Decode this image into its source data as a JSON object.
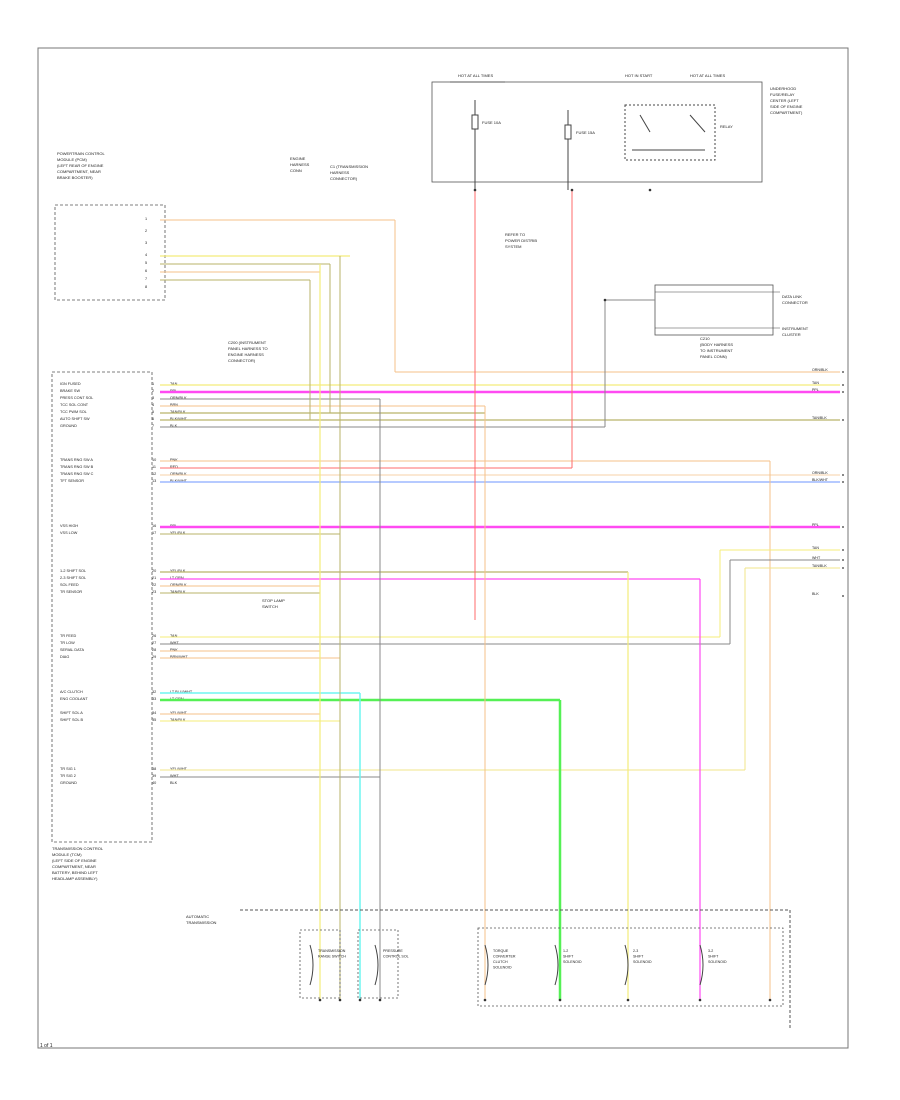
{
  "page_label": "1 of 1",
  "pcm": {
    "title_lines": [
      "POWERTRAIN CONTROL",
      "MODULE (PCM)",
      "(LEFT REAR OF ENGINE",
      "COMPARTMENT, NEAR",
      "BRAKE BOOSTER)"
    ]
  },
  "tcm": {
    "title_lines": [
      "TRANSMISSION CONTROL",
      "MODULE (TCM)",
      "(LEFT SIDE OF ENGINE",
      "COMPARTMENT, NEAR",
      "BATTERY, BEHIND LEFT",
      "HEADLAMP ASSEMBLY)"
    ],
    "pins": [
      {
        "name": "IGN FUSED",
        "num": "1",
        "color": "TAN"
      },
      {
        "name": "BRAKE SW",
        "num": "2",
        "color": "PPL"
      },
      {
        "name": "PRESS CONT SOL",
        "num": "3",
        "color": "ORN/BLK"
      },
      {
        "name": "TCC SOL CONT",
        "num": "4",
        "color": "BRN"
      },
      {
        "name": "TCC PWM SOL",
        "num": "5",
        "color": "TAN/BLK"
      },
      {
        "name": "AUTO SHIFT SW",
        "num": "6",
        "color": "BLK/WHT"
      },
      {
        "name": "GROUND",
        "num": "7",
        "color": "BLK"
      },
      {
        "name": "TRANS RNG SW A",
        "num": "10",
        "color": "PNK"
      },
      {
        "name": "TRANS RNG SW B",
        "num": "11",
        "color": "RED"
      },
      {
        "name": "TRANS RNG SW C",
        "num": "12",
        "color": "ORN/BLK"
      },
      {
        "name": "TFT SENSOR",
        "num": "13",
        "color": "BLK/WHT"
      },
      {
        "name": "VSS HIGH",
        "num": "16",
        "color": "PPL"
      },
      {
        "name": "VSS LOW",
        "num": "17",
        "color": "YEL/BLK"
      },
      {
        "name": "1-2 SHIFT SOL",
        "num": "20",
        "color": "YEL/BLK"
      },
      {
        "name": "2-3 SHIFT SOL",
        "num": "21",
        "color": "LT GRN"
      },
      {
        "name": "SOL FEED",
        "num": "22",
        "color": "ORN/BLK"
      },
      {
        "name": "TR SENSOR",
        "num": "23",
        "color": "TAN/BLK"
      },
      {
        "name": "TR FEED",
        "num": "26",
        "color": "TAN"
      },
      {
        "name": "TR LOW",
        "num": "27",
        "color": "WHT"
      },
      {
        "name": "SERIAL DATA",
        "num": "28",
        "color": "PNK"
      },
      {
        "name": "DIAG",
        "num": "29",
        "color": "BRN/WHT"
      },
      {
        "name": "A/C CLUTCH",
        "num": "32",
        "color": "LT BLU/WHT"
      },
      {
        "name": "ENG COOLANT",
        "num": "33",
        "color": "LT GRN"
      },
      {
        "name": "SHIFT SOL A",
        "num": "34",
        "color": "YEL/WHT"
      },
      {
        "name": "SHIFT SOL B",
        "num": "35",
        "color": "TAN/BLK"
      },
      {
        "name": "TR SIG 1",
        "num": "38",
        "color": "YEL/WHT"
      },
      {
        "name": "TR SIG 2",
        "num": "39",
        "color": "WHT"
      },
      {
        "name": "GROUND",
        "num": "40",
        "color": "BLK"
      }
    ]
  },
  "fuse_block": {
    "title_lines": [
      "UNDERHOOD",
      "FUSE/RELAY",
      "CENTER (LEFT",
      "SIDE OF ENGINE",
      "COMPARTMENT)"
    ],
    "labels": [
      "HOT AT ALL TIMES",
      "HOT IN START",
      "HOT AT ALL TIMES"
    ],
    "fuse_labels": [
      "FUSE 10A",
      "FUSE 15A",
      "RELAY"
    ]
  },
  "transmission": {
    "title_lines": [
      "AUTOMATIC",
      "TRANSMISSION"
    ],
    "components": [
      [
        "TRANSMISSION",
        "RANGE SWITCH"
      ],
      [
        "PRESSURE",
        "CONTROL SOL"
      ],
      [
        "TORQUE",
        "CONVERTER",
        "CLUTCH",
        "SOLENOID"
      ],
      [
        "1-2",
        "SHIFT",
        "SOLENOID"
      ],
      [
        "2-3",
        "SHIFT",
        "SOLENOID"
      ],
      [
        "3-2",
        "SHIFT",
        "SOLENOID"
      ]
    ]
  },
  "connectors": [
    {
      "lines": [
        "ENGINE",
        "HARNESS",
        "CONN"
      ]
    },
    {
      "lines": [
        "C1 (TRANSMISSION",
        "HARNESS",
        "CONNECTOR)"
      ]
    },
    {
      "lines": [
        "C200 (INSTRUMENT",
        "PANEL HARNESS TO",
        "ENGINE HARNESS",
        "CONNECTOR)"
      ]
    },
    {
      "lines": [
        "C210",
        "(BODY HARNESS",
        "TO INSTRUMENT",
        "PANEL CONN)"
      ]
    },
    {
      "lines": [
        "REFER TO",
        "POWER DISTRIB",
        "SYSTEM"
      ]
    },
    {
      "lines": [
        "DATA LINK",
        "CONNECTOR"
      ]
    },
    {
      "lines": [
        "INSTRUMENT",
        "CLUSTER"
      ]
    },
    {
      "lines": [
        "STOP LAMP",
        "SWITCH"
      ]
    }
  ],
  "wires": [
    {
      "color": "#f5c08a"
    },
    {
      "color": "#f4ec7a"
    },
    {
      "color": "#ff4af2"
    },
    {
      "color": "#b9b36a"
    },
    {
      "color": "#ff6b6b"
    },
    {
      "color": "#9db8ff"
    },
    {
      "color": "#55f055"
    },
    {
      "color": "#6ff5f0"
    },
    {
      "color": "#f0e48a"
    },
    {
      "color": "#888888"
    }
  ],
  "right_tags": [
    "ORN/BLK",
    "TAN",
    "PPL",
    "TAN/BLK",
    "ORN/BLK",
    "BLK/WHT",
    "PPL",
    "TAN",
    "WHT",
    "TAN/BLK",
    "BLK"
  ]
}
